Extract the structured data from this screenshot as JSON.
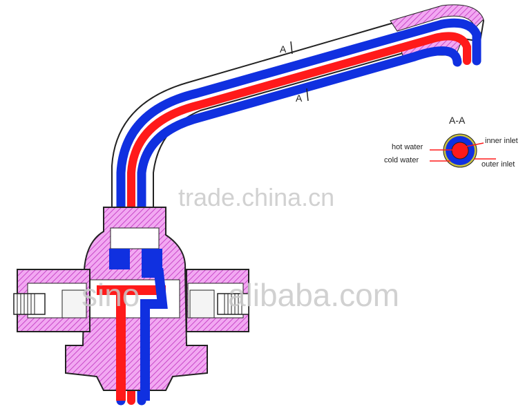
{
  "section": {
    "title": "A-A",
    "cut_mark_top": "A",
    "cut_mark_bottom": "A",
    "labels": {
      "hot_water": "hot water",
      "cold_water": "cold water",
      "inner_inlet": "inner inlet",
      "outer_inlet": "outer inlet"
    }
  },
  "watermarks": {
    "upper": "trade.china.cn",
    "lower": "alibaba.com",
    "lower_overlay": "sino"
  },
  "colors": {
    "hot": "#ff1a1a",
    "cold": "#1030e0",
    "body_hatch": "#e070e0",
    "outline": "#222222"
  }
}
